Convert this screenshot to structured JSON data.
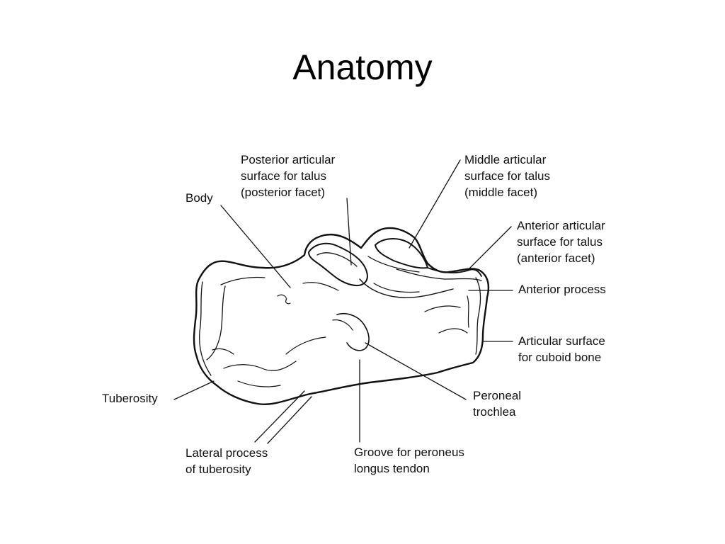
{
  "slide": {
    "title": "Anatomy"
  },
  "labels": {
    "body": [
      "Body"
    ],
    "posterior_articular": [
      "Posterior articular",
      "surface for talus",
      "(posterior facet)"
    ],
    "middle_articular": [
      "Middle articular",
      "surface for talus",
      "(middle facet)"
    ],
    "anterior_articular": [
      "Anterior articular",
      "surface for talus",
      "(anterior facet)"
    ],
    "anterior_process": [
      "Anterior process"
    ],
    "articular_cuboid": [
      "Articular surface",
      "for cuboid bone"
    ],
    "tuberosity": [
      "Tuberosity"
    ],
    "peroneal_trochlea": [
      "Peroneal",
      "trochlea"
    ],
    "lateral_process": [
      "Lateral process",
      "of tuberosity"
    ],
    "groove_peroneus": [
      "Groove for peroneus",
      "longus tendon"
    ]
  },
  "colors": {
    "ink": "#111111",
    "background": "#ffffff"
  }
}
